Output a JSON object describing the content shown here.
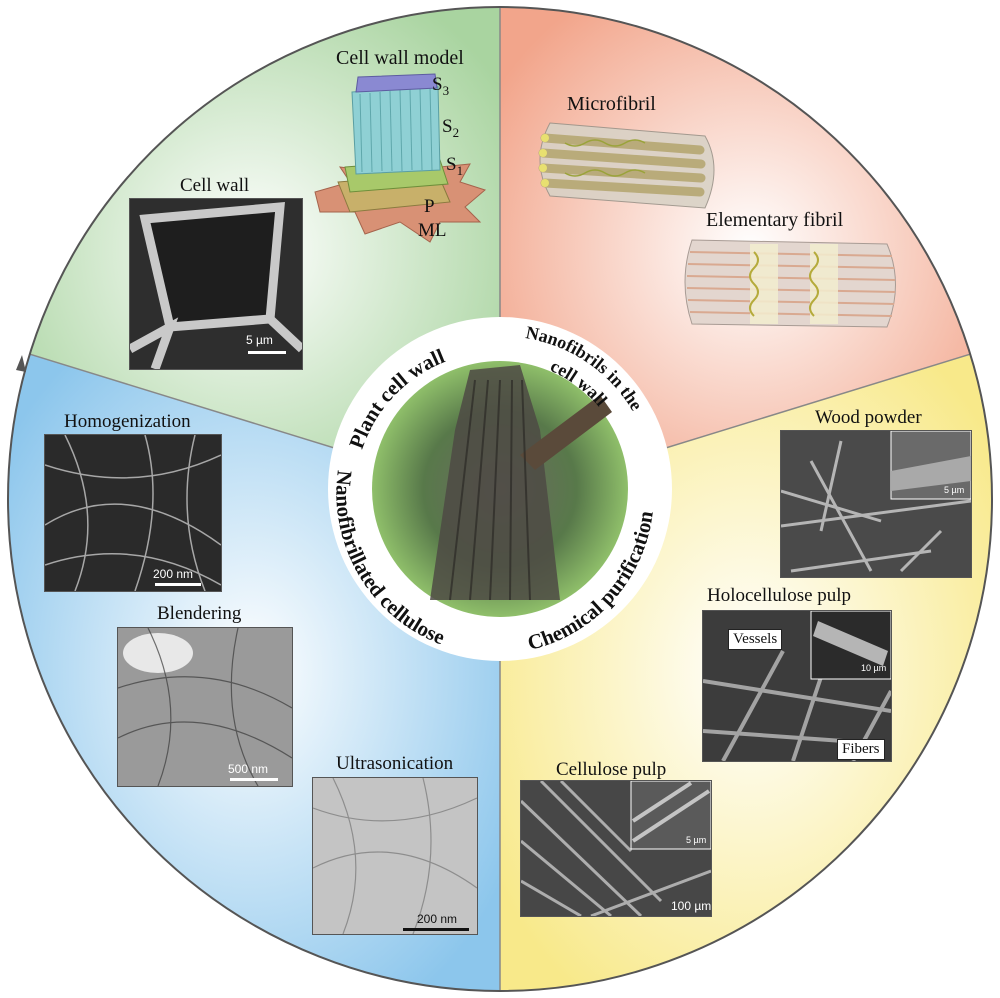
{
  "center": {
    "top_left_label": "Plant cell wall",
    "top_right_label_line1": "Nanofibrils in the",
    "top_right_label_line2": "cell wall",
    "right_label": "Chemical purification",
    "left_label": "Nanofibrillated cellulose"
  },
  "top_left": {
    "model_title": "Cell wall model",
    "layers": {
      "s3": "S",
      "s3_sub": "3",
      "s2": "S",
      "s2_sub": "2",
      "s1": "S",
      "s1_sub": "1",
      "p": "P",
      "ml": "ML"
    },
    "cell_wall_title": "Cell wall",
    "cell_wall_scale": "5 µm"
  },
  "top_right": {
    "microfibril_title": "Microfibril",
    "elementary_title": "Elementary fibril"
  },
  "right": {
    "wood_powder_title": "Wood powder",
    "wood_powder_scale": "5 µm",
    "holo_title": "Holocellulose pulp",
    "holo_vessels": "Vessels",
    "holo_fibers": "Fibers",
    "holo_scale": "10 µm",
    "pulp_title": "Cellulose pulp",
    "pulp_scale_inset": "5 µm",
    "pulp_scale": "100 µm"
  },
  "left": {
    "homog_title": "Homogenization",
    "homog_scale": "200 nm",
    "blend_title": "Blendering",
    "blend_scale": "500 nm",
    "ultra_title": "Ultrasonication",
    "ultra_scale": "200 nm"
  },
  "colors": {
    "green": "#b9dcb2",
    "salmon": "#f3b39c",
    "yellow": "#fbf0a8",
    "blue": "#a9d3ee"
  }
}
